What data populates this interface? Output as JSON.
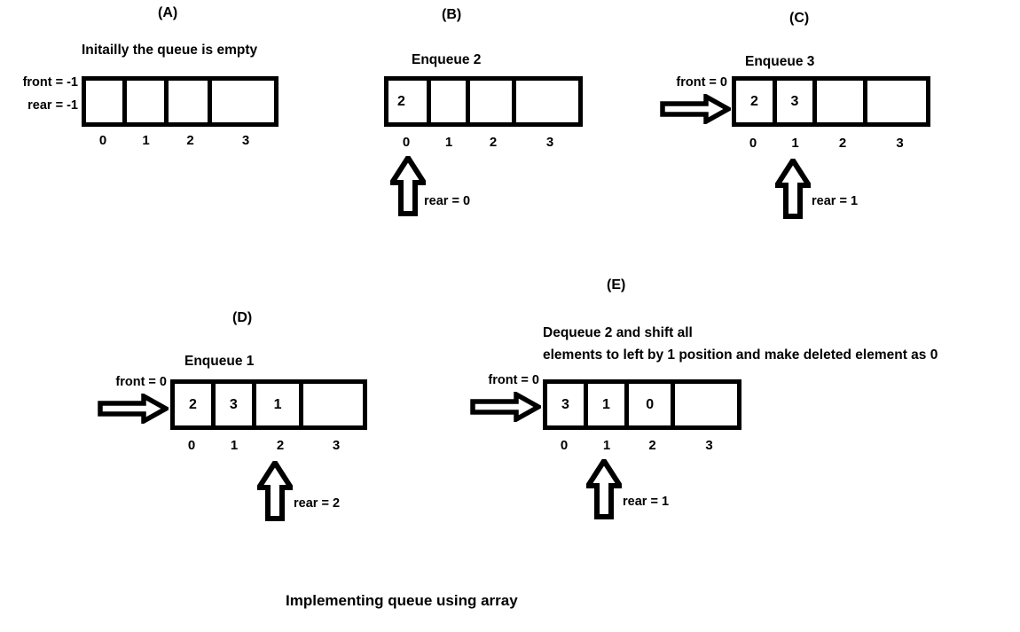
{
  "caption": "Implementing queue using array",
  "panels": [
    {
      "letter": "(A)",
      "title": "Initailly the queue is empty",
      "front_label": "front = -1",
      "rear_side_label": "rear = -1",
      "cells": [
        "",
        "",
        "",
        ""
      ],
      "indexes": [
        "0",
        "1",
        "2",
        "3"
      ],
      "rear_pointer_label": "",
      "rear_pointer_index": -1,
      "has_front_arrow": false,
      "has_rear_arrow": false
    },
    {
      "letter": "(B)",
      "title": "Enqueue 2",
      "front_label": "",
      "rear_side_label": "",
      "cells": [
        "2",
        "",
        "",
        ""
      ],
      "indexes": [
        "0",
        "1",
        "2",
        "3"
      ],
      "rear_pointer_label": "rear = 0",
      "rear_pointer_index": 0,
      "has_front_arrow": false,
      "has_rear_arrow": true
    },
    {
      "letter": "(C)",
      "title": "Enqueue 3",
      "front_label": "front = 0",
      "rear_side_label": "",
      "cells": [
        "2",
        "3",
        "",
        ""
      ],
      "indexes": [
        "0",
        "1",
        "2",
        "3"
      ],
      "rear_pointer_label": "rear = 1",
      "rear_pointer_index": 1,
      "has_front_arrow": true,
      "has_rear_arrow": true
    },
    {
      "letter": "(D)",
      "title": "Enqueue 1",
      "front_label": "front = 0",
      "rear_side_label": "",
      "cells": [
        "2",
        "3",
        "1",
        ""
      ],
      "indexes": [
        "0",
        "1",
        "2",
        "3"
      ],
      "rear_pointer_label": "rear = 2",
      "rear_pointer_index": 2,
      "has_front_arrow": true,
      "has_rear_arrow": true
    },
    {
      "letter": "(E)",
      "title_line1": "Dequeue 2 and shift all",
      "title_line2": "elements to left by 1 position and make deleted element as 0",
      "front_label": "front = 0",
      "rear_side_label": "",
      "cells": [
        "3",
        "1",
        "0",
        ""
      ],
      "indexes": [
        "0",
        "1",
        "2",
        "3"
      ],
      "rear_pointer_label": "rear = 1",
      "rear_pointer_index": 1,
      "has_front_arrow": true,
      "has_rear_arrow": true
    }
  ],
  "colors": {
    "ink": "#000000",
    "paper": "#ffffff"
  }
}
